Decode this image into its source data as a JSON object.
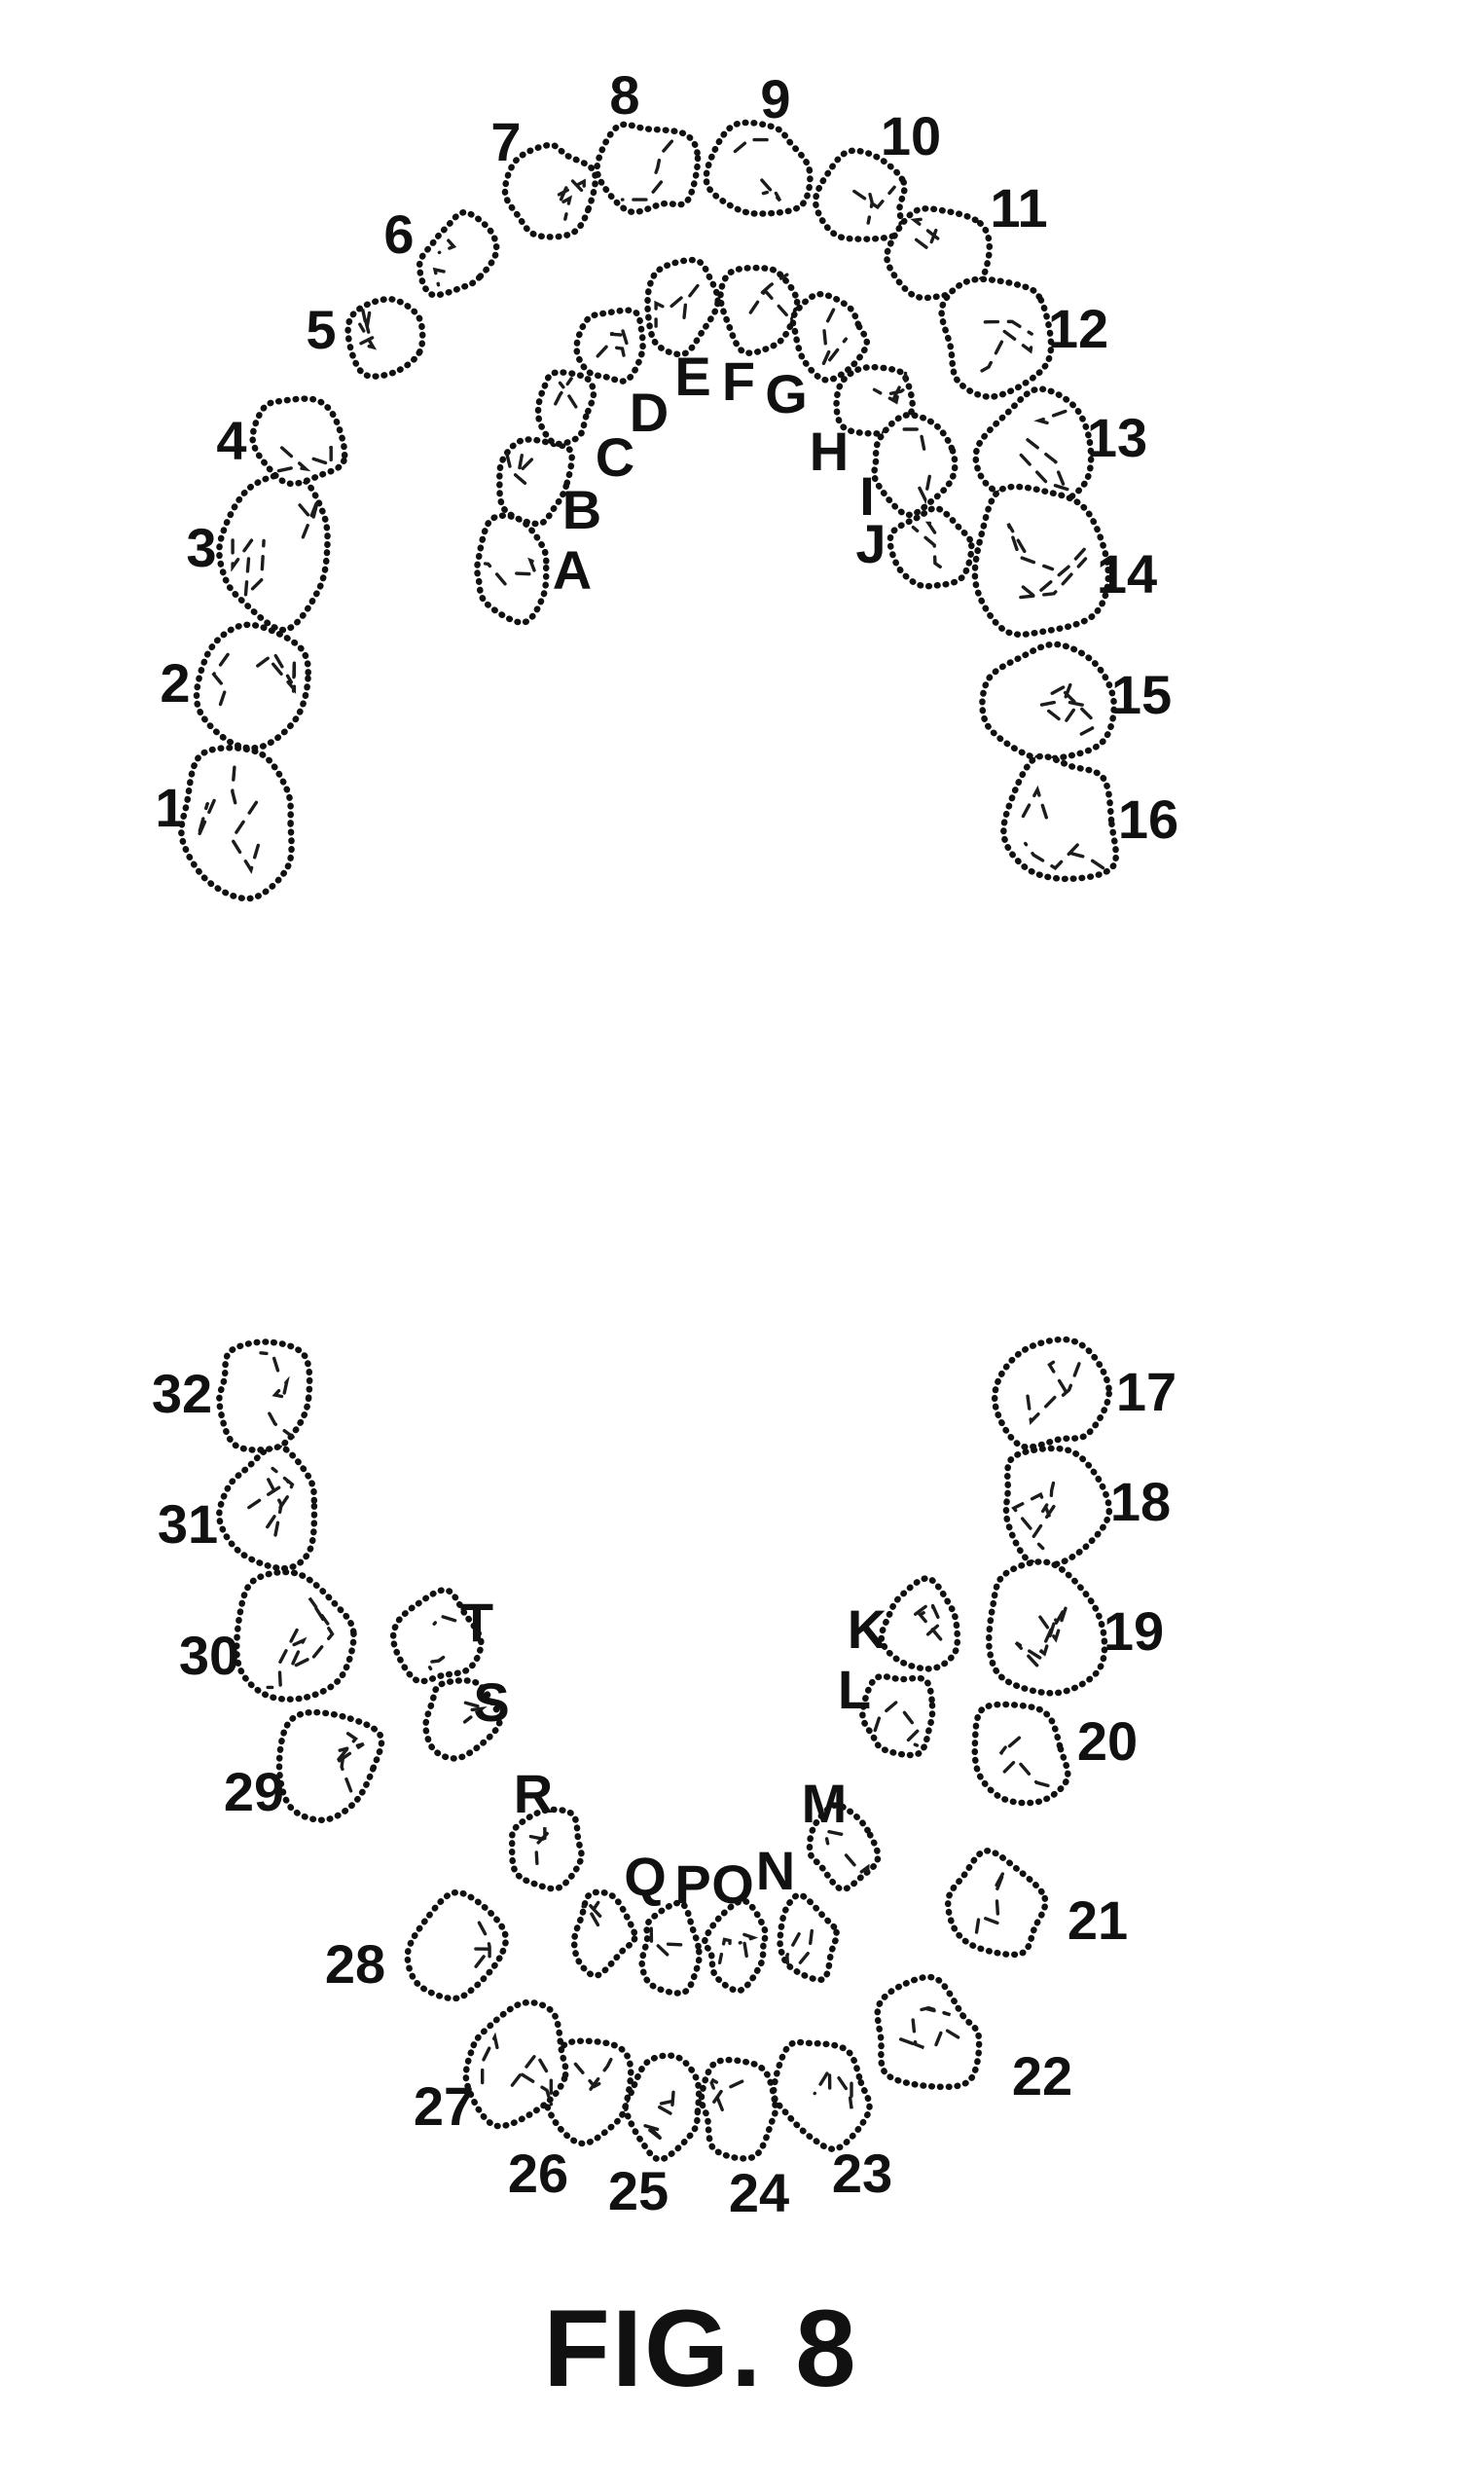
{
  "figure": {
    "caption": "FIG. 8",
    "description": "Dental chart, universal tooth numbering"
  },
  "upper_arch": {
    "name": "upper-arch",
    "permanent_teeth": [
      "1",
      "2",
      "3",
      "4",
      "5",
      "6",
      "7",
      "8",
      "9",
      "10",
      "11",
      "12",
      "13",
      "14",
      "15",
      "16"
    ],
    "primary_teeth": [
      "A",
      "B",
      "C",
      "D",
      "E",
      "F",
      "G",
      "H",
      "I",
      "J"
    ]
  },
  "lower_arch": {
    "name": "lower-arch",
    "permanent_teeth": [
      "17",
      "18",
      "19",
      "20",
      "21",
      "22",
      "23",
      "24",
      "25",
      "26",
      "27",
      "28",
      "29",
      "30",
      "31",
      "32"
    ],
    "primary_teeth": [
      "K",
      "L",
      "M",
      "N",
      "O",
      "P",
      "Q",
      "R",
      "S",
      "T"
    ]
  },
  "colors": {
    "ink": "#111111",
    "background": "#ffffff"
  }
}
